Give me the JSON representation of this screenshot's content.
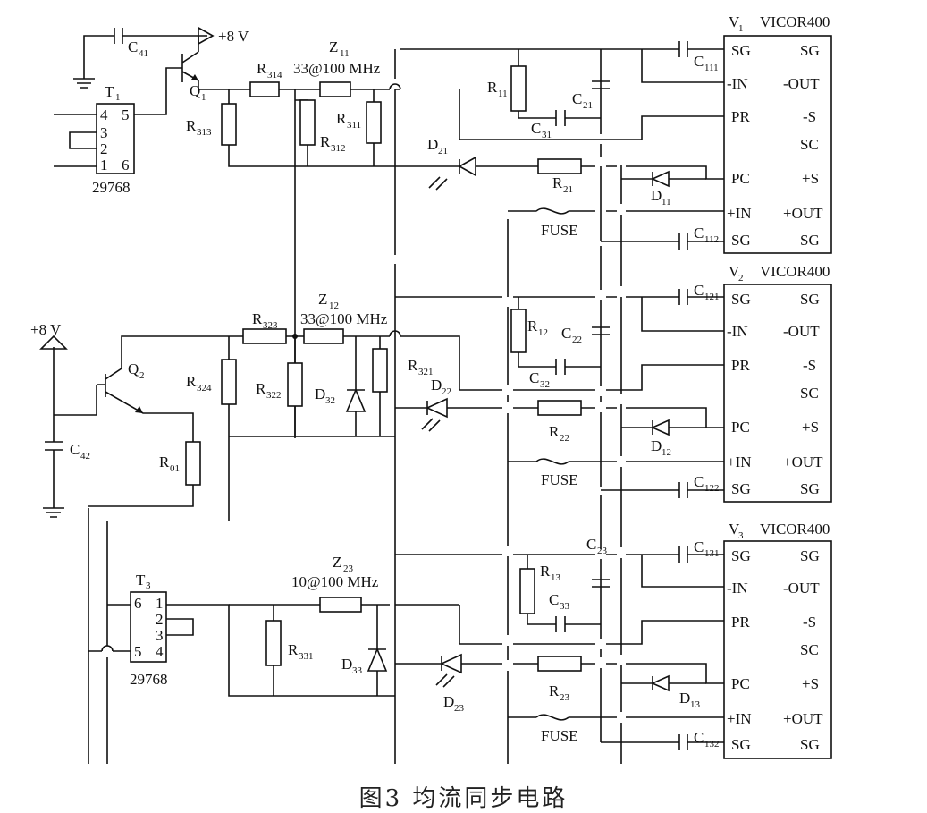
{
  "figure_caption": "图3  均流同步电路",
  "supply": {
    "top_label": "+8 V",
    "left_label": "+8 V"
  },
  "transistors": {
    "q1": "Q",
    "q1_sub": "1",
    "q2": "Q",
    "q2_sub": "2"
  },
  "capacitors": {
    "c41": [
      "C",
      "41"
    ],
    "c42": [
      "C",
      "42"
    ],
    "c21": [
      "C",
      "21"
    ],
    "c22": [
      "C",
      "22"
    ],
    "c23": [
      "C",
      "23"
    ],
    "c31": [
      "C",
      "31"
    ],
    "c32": [
      "C",
      "32"
    ],
    "c33": [
      "C",
      "33"
    ],
    "c111": [
      "C",
      "111"
    ],
    "c112": [
      "C",
      "112"
    ],
    "c121": [
      "C",
      "121"
    ],
    "c122": [
      "C",
      "122"
    ],
    "c131": [
      "C",
      "131"
    ],
    "c132": [
      "C",
      "132"
    ]
  },
  "resistors": {
    "r314": [
      "R",
      "314"
    ],
    "r313": [
      "R",
      "313"
    ],
    "r312": [
      "R",
      "312"
    ],
    "r311": [
      "R",
      "311"
    ],
    "r323": [
      "R",
      "323"
    ],
    "r324": [
      "R",
      "324"
    ],
    "r322": [
      "R",
      "322"
    ],
    "r321": [
      "R",
      "321"
    ],
    "r331": [
      "R",
      "331"
    ],
    "r01": [
      "R",
      "01"
    ],
    "r11": [
      "R",
      "11"
    ],
    "r12": [
      "R",
      "12"
    ],
    "r13": [
      "R",
      "13"
    ],
    "r21": [
      "R",
      "21"
    ],
    "r22": [
      "R",
      "22"
    ],
    "r23": [
      "R",
      "23"
    ]
  },
  "inductors": {
    "z11": [
      "Z",
      "11"
    ],
    "z11_value": "33@100  MHz",
    "z12": [
      "Z",
      "12"
    ],
    "z12_value": "33@100  MHz",
    "z23": [
      "Z",
      "23"
    ],
    "z23_value": "10@100  MHz"
  },
  "diodes": {
    "d11": [
      "D",
      "11"
    ],
    "d12": [
      "D",
      "12"
    ],
    "d13": [
      "D",
      "13"
    ],
    "d21": [
      "D",
      "21"
    ],
    "d22": [
      "D",
      "22"
    ],
    "d23": [
      "D",
      "23"
    ],
    "d32": [
      "D",
      "32"
    ],
    "d33": [
      "D",
      "33"
    ]
  },
  "fuse_label": "FUSE",
  "transformers": {
    "t1": {
      "label": [
        "T",
        "1"
      ],
      "part": "29768",
      "pins": [
        "4",
        "5",
        "3",
        "2",
        "1",
        "6"
      ]
    },
    "t3": {
      "label": [
        "T",
        "3"
      ],
      "part": "29768",
      "pins": [
        "6",
        "1",
        "2",
        "3",
        "5",
        "4"
      ]
    }
  },
  "modules": [
    {
      "id": [
        "V",
        "1"
      ],
      "name": "VICOR400",
      "left_pins": [
        "SG",
        "-IN",
        "PR",
        "PC",
        "+IN",
        "SG"
      ],
      "right_pins": [
        "SG",
        "-OUT",
        "-S",
        "SC",
        "+S",
        "+OUT",
        "SG"
      ]
    },
    {
      "id": [
        "V",
        "2"
      ],
      "name": "VICOR400",
      "left_pins": [
        "SG",
        "-IN",
        "PR",
        "PC",
        "+IN",
        "SG"
      ],
      "right_pins": [
        "SG",
        "-OUT",
        "-S",
        "SC",
        "+S",
        "+OUT",
        "SG"
      ]
    },
    {
      "id": [
        "V",
        "3"
      ],
      "name": "VICOR400",
      "left_pins": [
        "SG",
        "-IN",
        "PR",
        "PC",
        "+IN",
        "SG"
      ],
      "right_pins": [
        "SG",
        "-OUT",
        "-S",
        "SC",
        "+S",
        "+OUT",
        "SG"
      ]
    }
  ]
}
